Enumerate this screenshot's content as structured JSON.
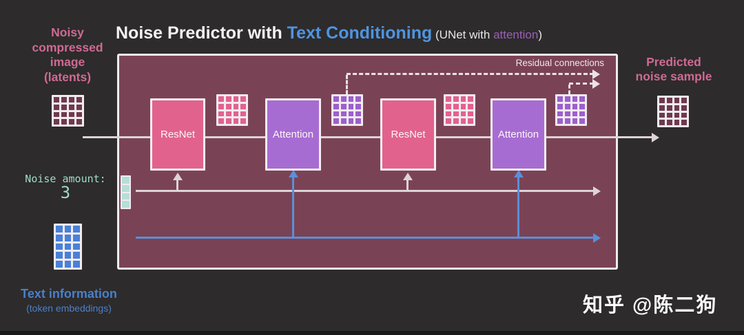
{
  "title": {
    "main": "Noise Predictor with ",
    "highlight": "Text Conditioning",
    "paren_open": " (UNet with ",
    "attention_word": "attention",
    "paren_close": ")"
  },
  "left": {
    "noisy_line1": "Noisy",
    "noisy_line2": "compressed",
    "noisy_line3": "image",
    "noisy_line4": "(latents)",
    "noise_amount_label": "Noise amount:",
    "noise_amount_value": "3",
    "text_info": "Text information",
    "text_info_sub": "(token embeddings)"
  },
  "box": {
    "residual_label": "Residual connections",
    "blocks": [
      {
        "label": "ResNet"
      },
      {
        "label": "Attention"
      },
      {
        "label": "ResNet"
      },
      {
        "label": "Attention"
      }
    ]
  },
  "right": {
    "predicted_line1": "Predicted",
    "predicted_line2": "noise sample"
  },
  "watermark": "知乎 @陈二狗",
  "colors": {
    "background": "#2d2b2c",
    "box_background": "#7a4355",
    "resnet_pink": "#e2628e",
    "attention_purple": "#a76cd2",
    "grid_purple": "#9d60cc",
    "grid_maroon": "#6e3a4d",
    "grid_blue": "#4a80d8",
    "teal_accent": "#9fdcc8",
    "pink_text": "#cf6a92",
    "title_blue": "#4f94e0",
    "title_attention_purple": "#9b5fb5",
    "flow_line_light": "#ddd3d8",
    "text_conditioning_blue": "#5b8fd8"
  }
}
